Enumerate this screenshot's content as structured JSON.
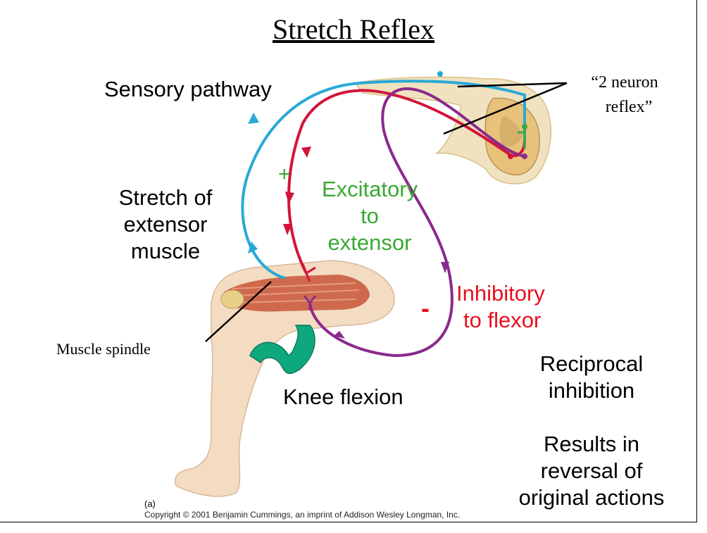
{
  "title": "Stretch Reflex",
  "labels": {
    "sensory_pathway": "Sensory pathway",
    "two_neuron_reflex_line1": "“2 neuron",
    "two_neuron_reflex_line2": "reflex”",
    "stretch_line1": "Stretch of",
    "stretch_line2": "extensor",
    "stretch_line3": "muscle",
    "plus_sign": "+",
    "excitatory_line1": "Excitatory",
    "excitatory_line2": "to",
    "excitatory_line3": "extensor",
    "inhibitory_line1": "Inhibitory",
    "inhibitory_line2": "to flexor",
    "minus_sign": "-",
    "muscle_spindle": "Muscle spindle",
    "knee_flexion": "Knee flexion",
    "reciprocal_line1": "Reciprocal",
    "reciprocal_line2": "inhibition",
    "results_line1": "Results in",
    "results_line2": "reversal of",
    "results_line3": "original actions",
    "figure_letter": "(a)",
    "copyright": "Copyright © 2001 Benjamin Cummings, an imprint of Addison Wesley Longman, Inc."
  },
  "colors": {
    "sensory": "#29a9d6",
    "excitatory": "#d2143c",
    "inhibitory": "#8a2a8c",
    "interneuron": "#3aa84a",
    "excitatory_text": "#3aa832",
    "inhibitory_text": "#e8101e",
    "arrow": "#0fa87c",
    "skin": "#f3dcc2",
    "muscle": "#c8553a",
    "spinal": "#e8c27a"
  }
}
